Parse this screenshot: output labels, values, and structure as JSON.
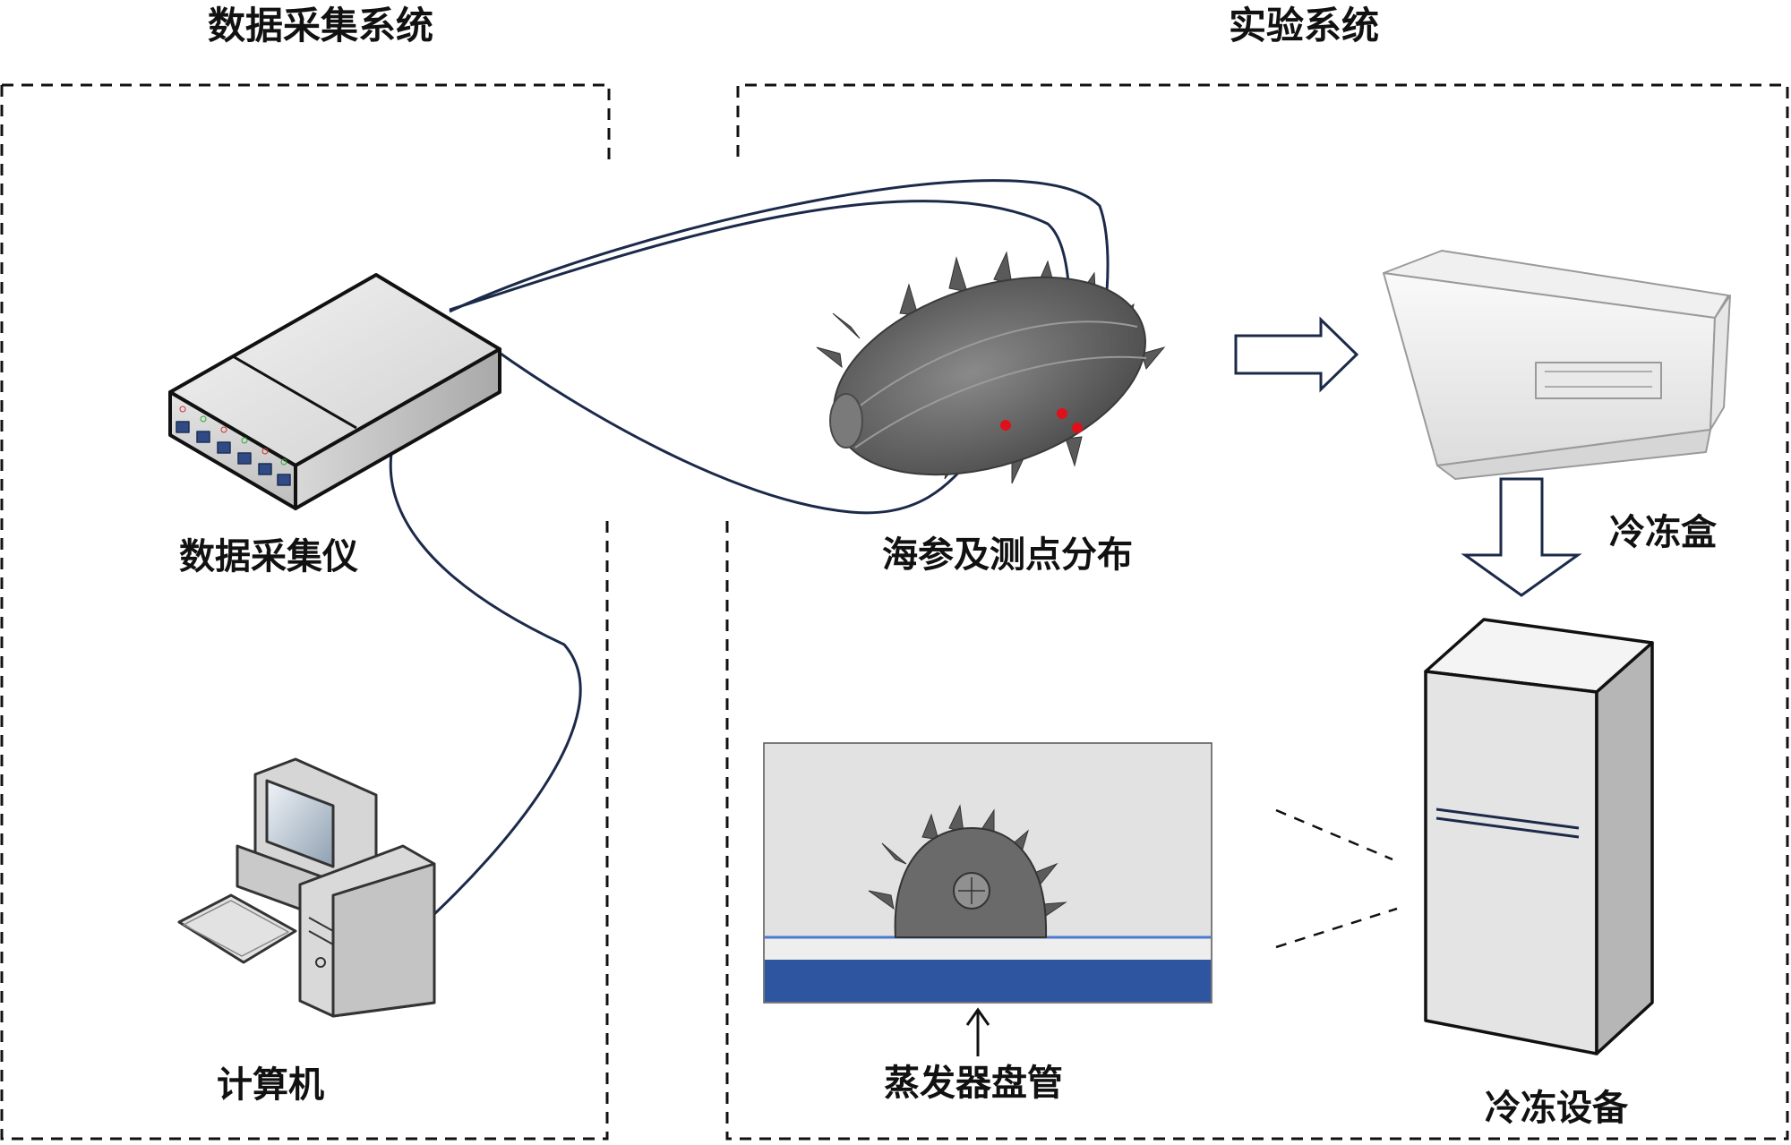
{
  "sections": {
    "data_acquisition_title": "数据采集系统",
    "experiment_title": "实验系统"
  },
  "components": {
    "data_logger_label": "数据采集仪",
    "computer_label": "计算机",
    "sea_cucumber_label": "海参及测点分布",
    "freezer_box_label": "冷冻盒",
    "freezer_device_label": "冷冻设备",
    "evaporator_coil_label": "蒸发器盘管"
  },
  "colors": {
    "cable": "#1c2a4a",
    "measuring_point": "#e0101a",
    "coil": "#2e55a0",
    "arrow_outline": "#1c2a4a"
  }
}
